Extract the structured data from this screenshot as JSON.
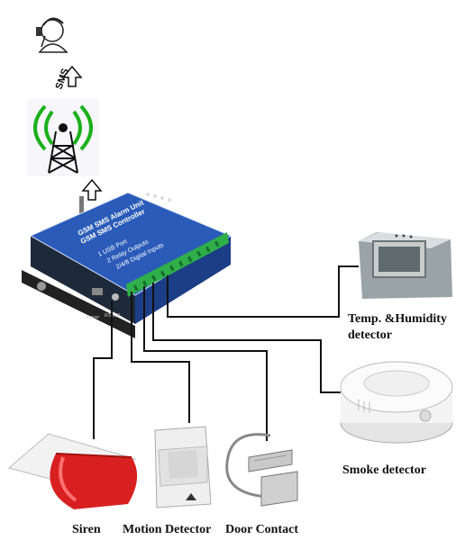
{
  "controller": {
    "title_line1": "GSM SMS Alarm Unit",
    "title_line2": "GSM SMS Controller",
    "feature1": "1 USB Port",
    "feature2": "2 Relay Outputs",
    "feature3": "2/4/8 Digital Inputs",
    "port_label1": "Power",
    "port_label2": "RS-232",
    "color_body": "#2a5bb8",
    "color_terminal": "#2fae4a"
  },
  "uplink": {
    "sms_label": "SMS"
  },
  "tower": {
    "wave_color": "#1bb01b"
  },
  "devices": {
    "temp_humidity": {
      "label_line1": "Temp. &Humidity",
      "label_line2": "detector"
    },
    "smoke": {
      "label": "Smoke detector"
    },
    "siren": {
      "label": "Siren"
    },
    "motion": {
      "label": "Motion Detector"
    },
    "door": {
      "label": "Door Contact"
    }
  }
}
